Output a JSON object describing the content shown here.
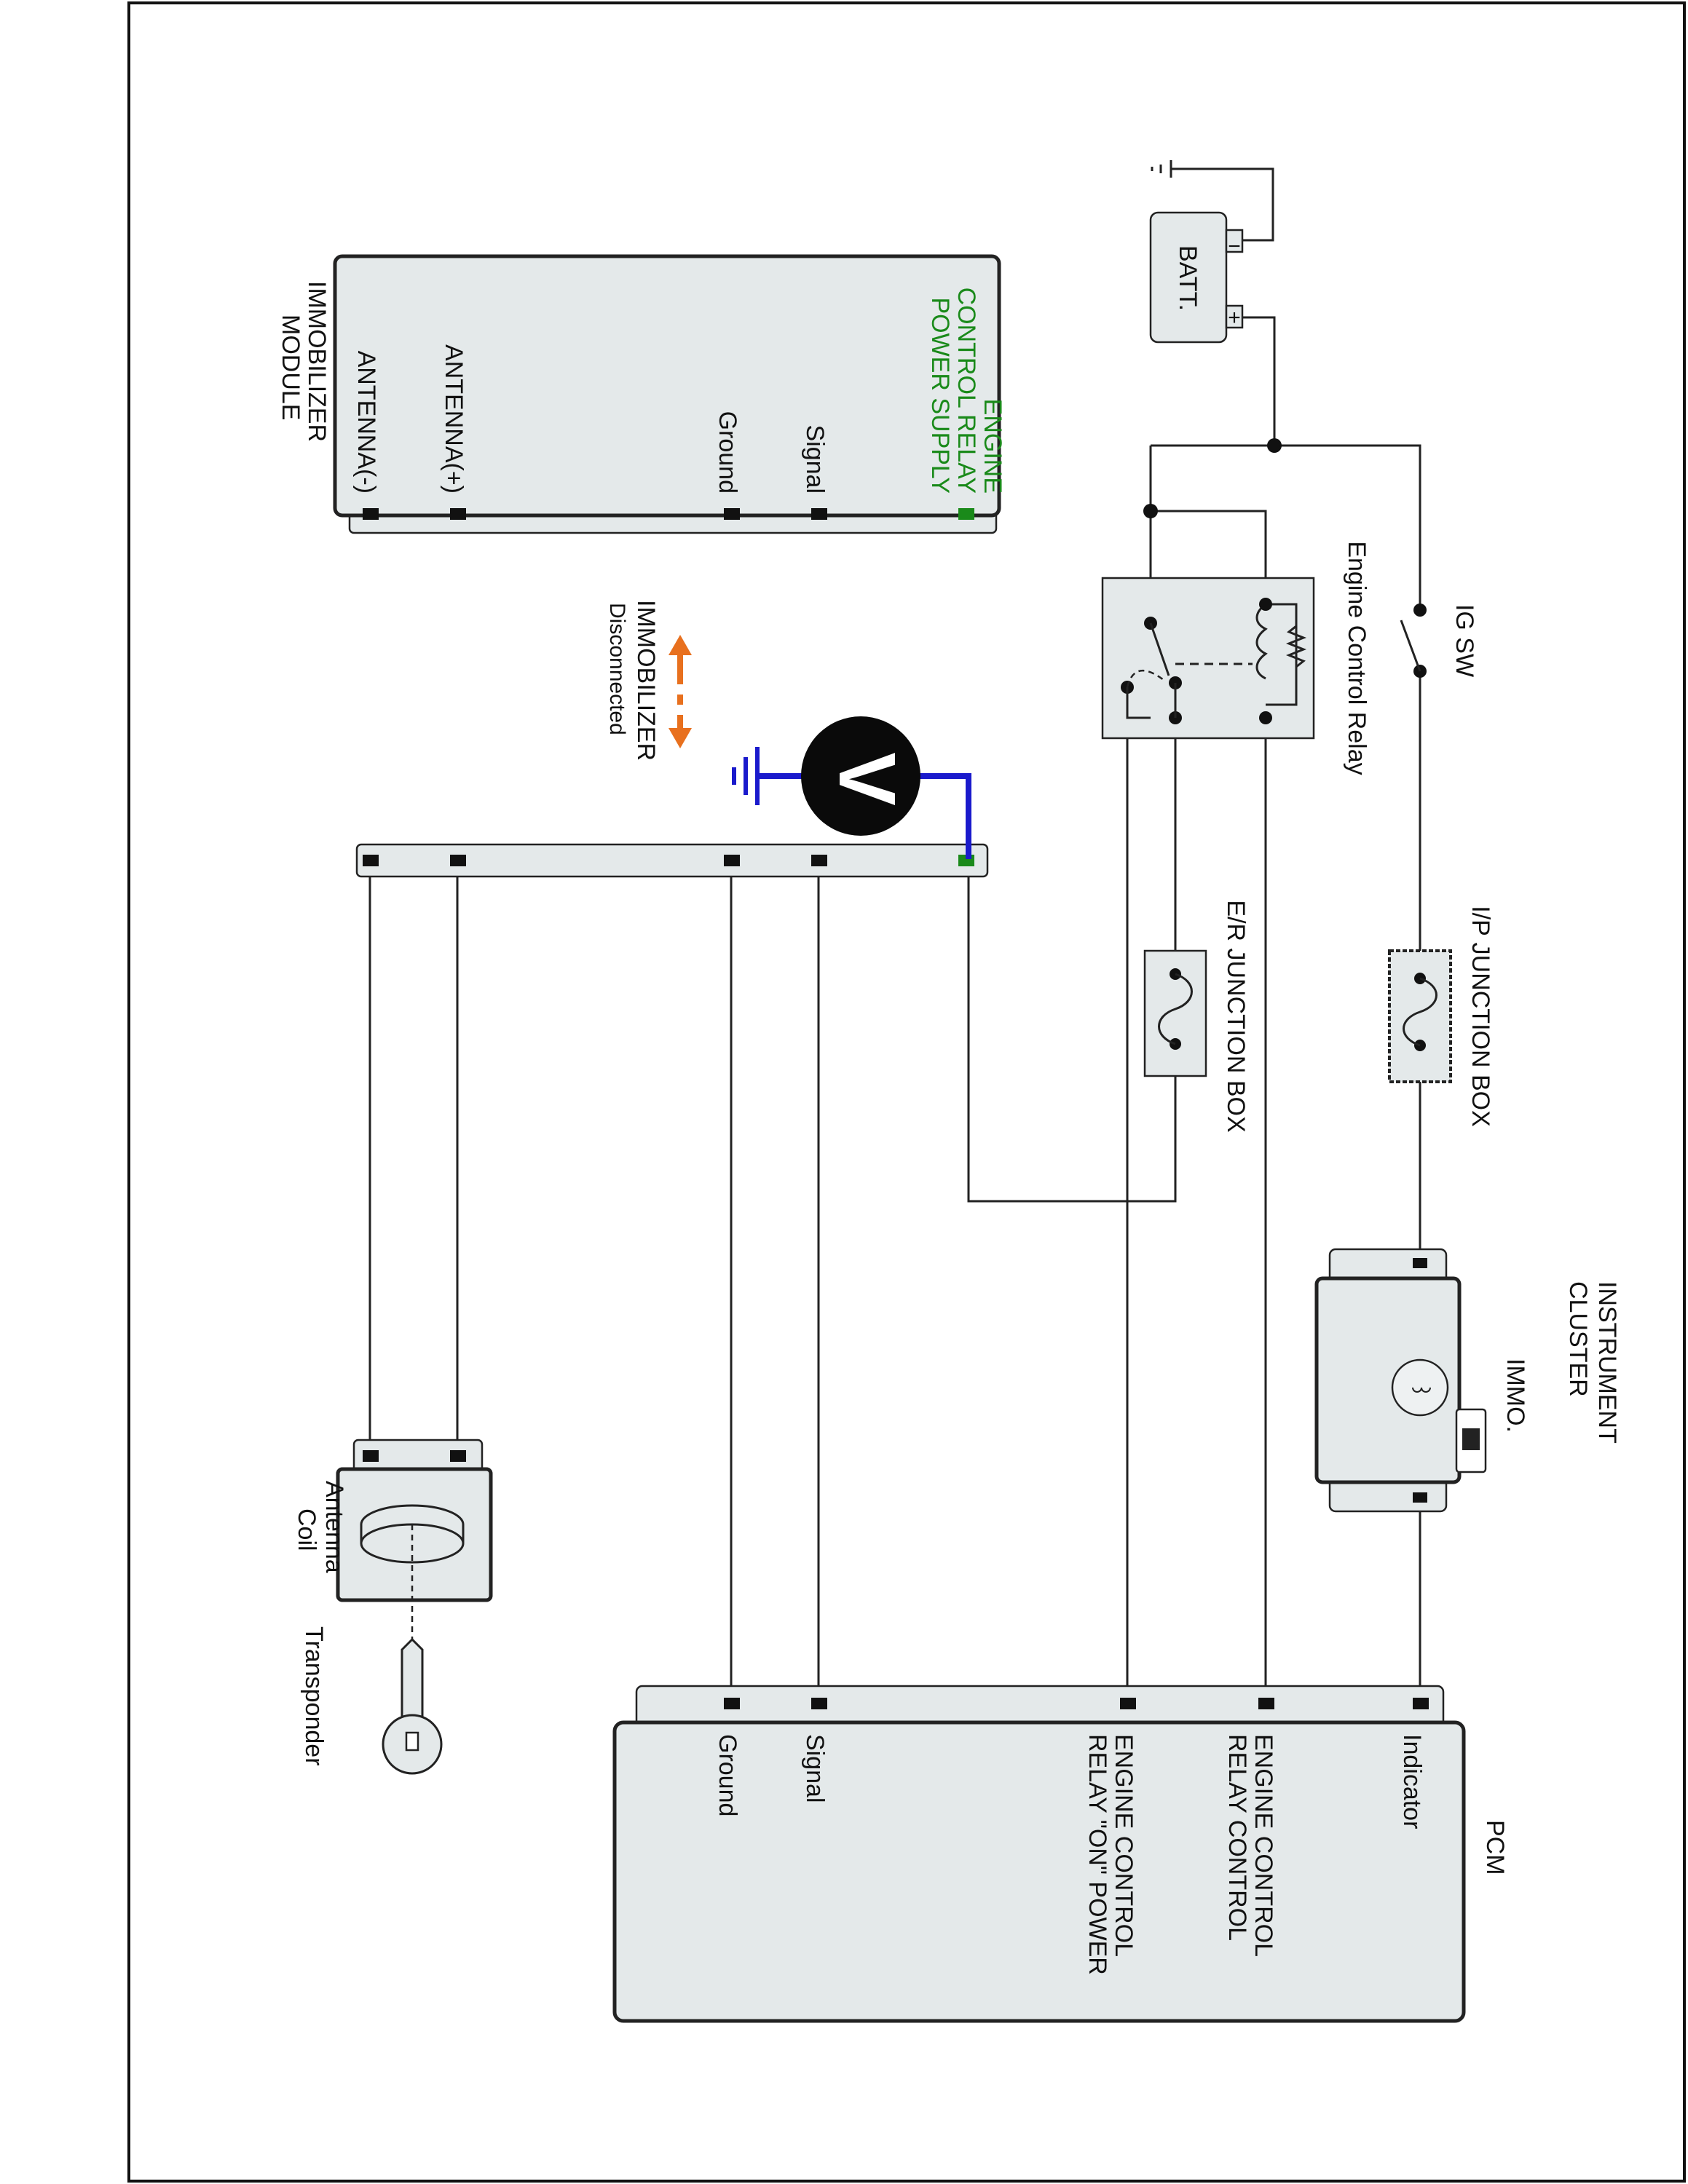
{
  "colors": {
    "accent_green": "#1a8a1a",
    "probe_blue": "#1a1acc",
    "arrow_orange": "#e8701e",
    "box_fill": "#e4e9ea"
  },
  "battery": {
    "label": "BATT."
  },
  "ig_switch": {
    "label": "IG SW"
  },
  "relay": {
    "label": "Engine Control Relay"
  },
  "ip_junction": {
    "label": "I/P JUNCTION BOX"
  },
  "er_junction": {
    "label": "E/R JUNCTION BOX"
  },
  "cluster": {
    "title_line1": "INSTRUMENT",
    "title_line2": "CLUSTER",
    "immo_label": "IMMO."
  },
  "immobilizer_module": {
    "title_line1": "IMMOBILIZER",
    "title_line2": "MODULE",
    "pins": {
      "power_line1": "ENGINE",
      "power_line2": "CONTROL RELAY",
      "power_line3": "POWER SUPPLY",
      "signal": "Signal",
      "ground": "Ground",
      "antenna_plus": "ANTENNA(+)",
      "antenna_minus": "ANTENNA(-)"
    }
  },
  "disconnect_note": {
    "line1": "IMMOBILIZER",
    "line2": "Disconnected"
  },
  "voltmeter": {
    "symbol": "V"
  },
  "antenna_coil": {
    "line1": "Antenna",
    "line2": "Coil"
  },
  "transponder": {
    "label": "Transponder"
  },
  "pcm": {
    "title": "PCM",
    "pins": {
      "indicator": "Indicator",
      "relay_control_line1": "ENGINE CONTROL",
      "relay_control_line2": "RELAY CONTROL",
      "relay_on_line1": "ENGINE CONTROL",
      "relay_on_line2": "RELAY \"ON\" POWER",
      "signal": "Signal",
      "ground": "Ground"
    }
  }
}
